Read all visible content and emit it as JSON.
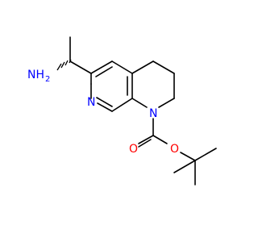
{
  "molecule": {
    "labels": {
      "amine": "NH",
      "amine_subscript": "2",
      "ring_nitrogen": "N",
      "carbamate_nitrogen": "N",
      "carbonyl_oxygen": "O",
      "ester_oxygen": "O"
    },
    "colors": {
      "bond": "#000000",
      "nitrogen": "#0000ff",
      "oxygen": "#ff0000",
      "background": "#ffffff"
    }
  }
}
